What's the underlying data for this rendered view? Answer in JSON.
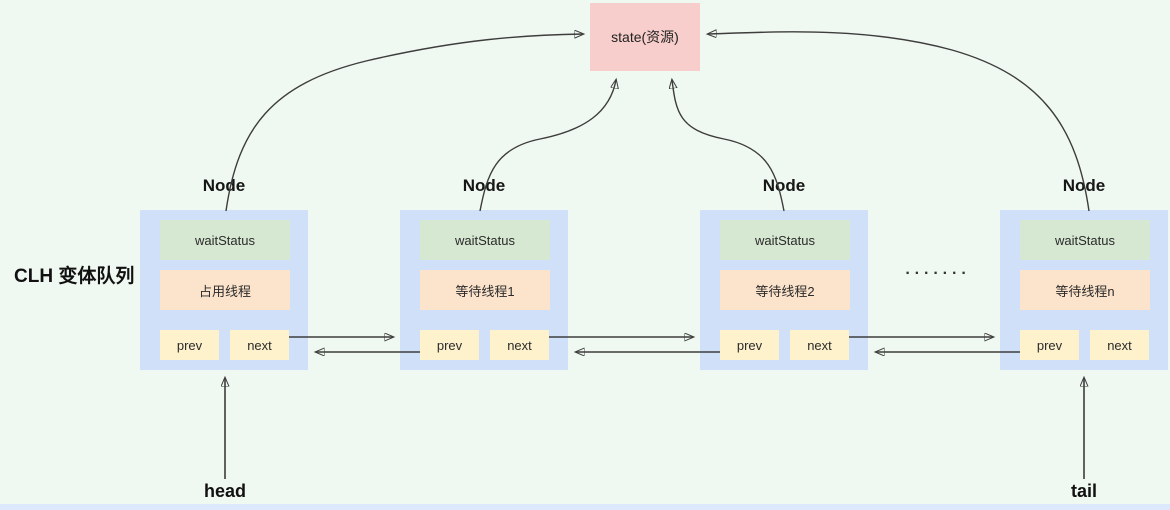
{
  "labels": {
    "queue": "CLH 变体队列",
    "head": "head",
    "tail": "tail",
    "ellipsis": "·······"
  },
  "state_box": {
    "label": "state(资源)"
  },
  "nodes": [
    {
      "title": "Node",
      "wait_status": "waitStatus",
      "thread": "占用线程",
      "prev": "prev",
      "next": "next"
    },
    {
      "title": "Node",
      "wait_status": "waitStatus",
      "thread": "等待线程1",
      "prev": "prev",
      "next": "next"
    },
    {
      "title": "Node",
      "wait_status": "waitStatus",
      "thread": "等待线程2",
      "prev": "prev",
      "next": "next"
    },
    {
      "title": "Node",
      "wait_status": "waitStatus",
      "thread": "等待线程n",
      "prev": "prev",
      "next": "next"
    }
  ],
  "colors": {
    "background": "#f0f9f1",
    "state_fill": "#f7cecb",
    "node_fill": "#cfe0f8",
    "wait_status_fill": "#d6e7d2",
    "thread_fill": "#fce3cb",
    "pointer_fill": "#fdf2cc",
    "arrow": "#3d3d3d",
    "bottom_strip": "#dce8fb"
  }
}
